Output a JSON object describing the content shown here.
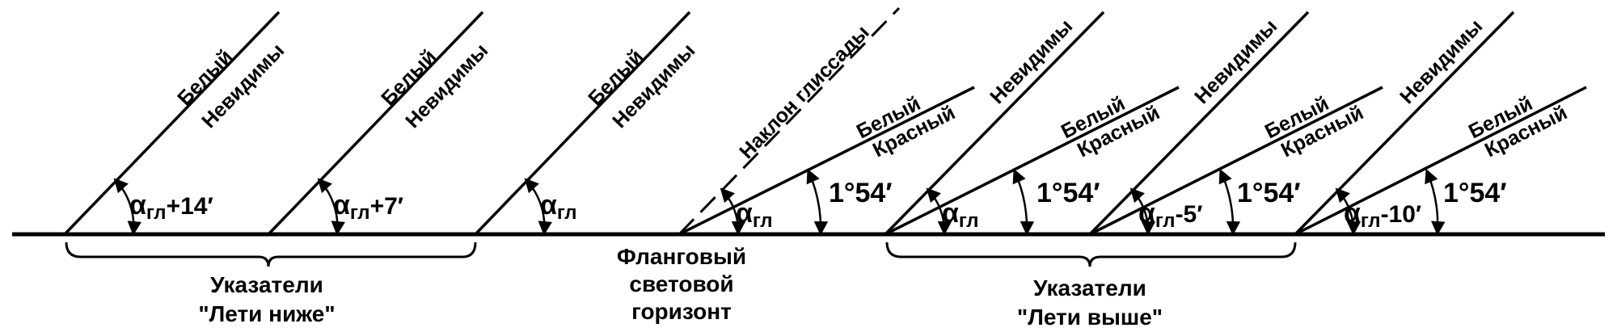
{
  "labels": {
    "white": "Белый",
    "invisible": "Невидимы",
    "red": "Красный",
    "glide_slope": "Наклон глиссады",
    "alpha": "α",
    "alpha_sub": "гл",
    "angle_plus14": "+14′",
    "angle_plus7": "+7′",
    "angle_minus5": "-5′",
    "angle_minus10": "-10′",
    "angle_1deg54": "1°54′"
  },
  "captions": {
    "lower_line1": "Указатели",
    "lower_line2": "\"Лети ниже\"",
    "flank_line1": "Фланговый",
    "flank_line2": "световой",
    "flank_line3": "горизонт",
    "upper_line1": "Указатели",
    "upper_line2": "\"Лети выше\""
  }
}
